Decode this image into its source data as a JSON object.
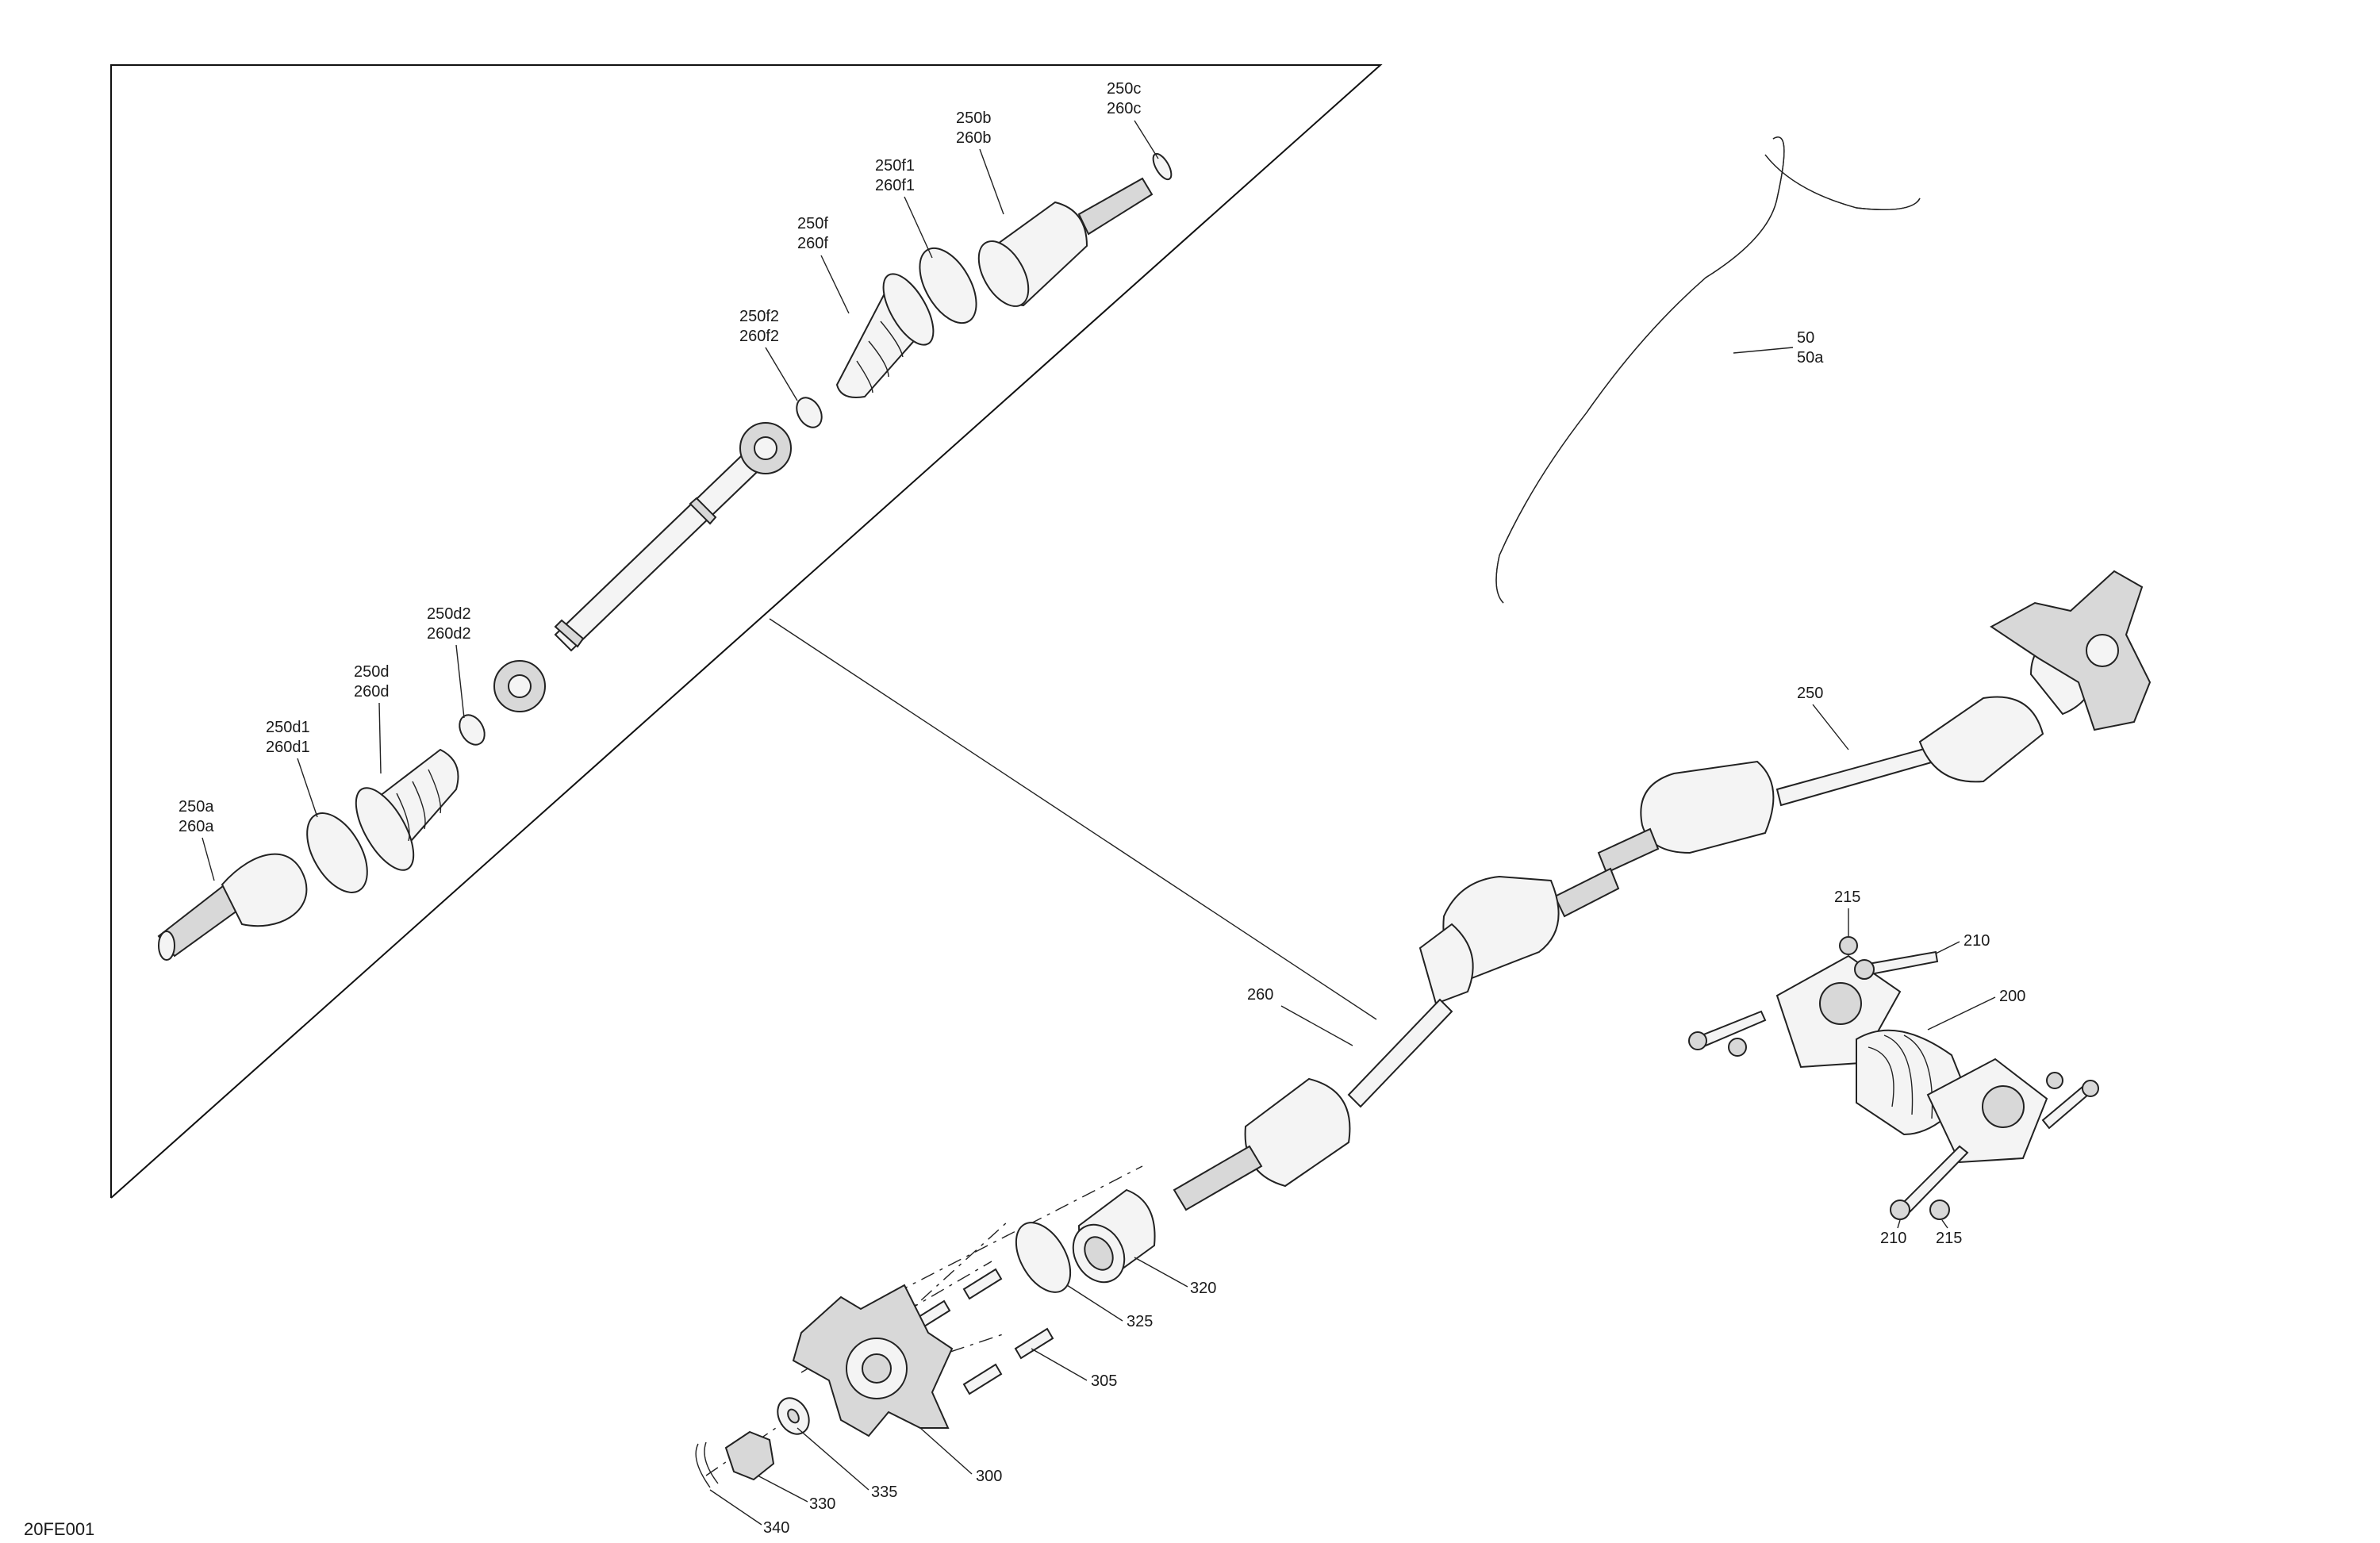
{
  "diagram_code": "20FE001",
  "callouts": {
    "c250c": {
      "line1": "250c",
      "line2": "260c"
    },
    "c250b": {
      "line1": "250b",
      "line2": "260b"
    },
    "c250f1": {
      "line1": "250f1",
      "line2": "260f1"
    },
    "c250f": {
      "line1": "250f",
      "line2": "260f"
    },
    "c250f2": {
      "line1": "250f2",
      "line2": "260f2"
    },
    "c250d2": {
      "line1": "250d2",
      "line2": "260d2"
    },
    "c250d": {
      "line1": "250d",
      "line2": "260d"
    },
    "c250d1": {
      "line1": "250d1",
      "line2": "260d1"
    },
    "c250a": {
      "line1": "250a",
      "line2": "260a"
    },
    "c50": {
      "line1": "50",
      "line2": "50a"
    },
    "c250": {
      "line1": "250"
    },
    "c260": {
      "line1": "260"
    },
    "c215_top": {
      "line1": "215"
    },
    "c210_top": {
      "line1": "210"
    },
    "c200": {
      "line1": "200"
    },
    "c210_bottom": {
      "line1": "210"
    },
    "c215_bottom": {
      "line1": "215"
    },
    "c320": {
      "line1": "320"
    },
    "c325": {
      "line1": "325"
    },
    "c305": {
      "line1": "305"
    },
    "c300": {
      "line1": "300"
    },
    "c335": {
      "line1": "335"
    },
    "c330": {
      "line1": "330"
    },
    "c340": {
      "line1": "340"
    }
  }
}
